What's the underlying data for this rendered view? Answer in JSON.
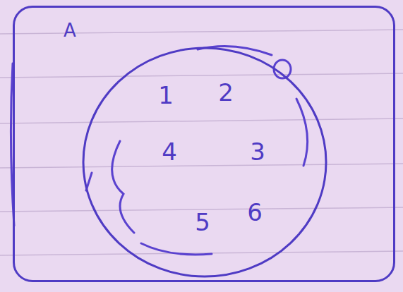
{
  "diagram": {
    "nodes": [
      {
        "text": [
          "A"
        ]
      },
      {
        "text": [
          "1",
          "2",
          "4",
          "3",
          "5",
          "6"
        ],
        "in": 0
      }
    ]
  }
}
